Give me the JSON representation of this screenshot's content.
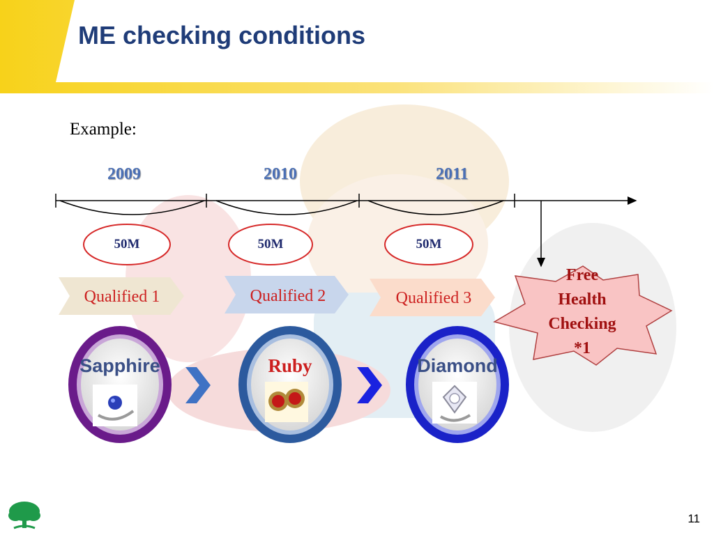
{
  "slide": {
    "title": "ME checking conditions",
    "example_label": "Example:",
    "page_number": "11"
  },
  "timeline": {
    "years": [
      "2009",
      "2010",
      "2011"
    ],
    "amounts": [
      "50M",
      "50M",
      "50M"
    ]
  },
  "qualified": [
    "Qualified 1",
    "Qualified 2",
    "Qualified 3"
  ],
  "reward": {
    "lines": [
      "Free",
      "Health",
      "Checking",
      "*1"
    ]
  },
  "tiers": [
    "Sapphire",
    "Ruby",
    "Diamond"
  ],
  "colors": {
    "title": "#1f3c78",
    "header_yellow": "#f7d21a",
    "year_text": "#4a6fb5",
    "amount_oval": "#d62828",
    "qualified_text": "#cc1f1f",
    "sapphire_ring": "#6a1b8a",
    "ruby_ring": "#2c5a9e",
    "diamond_ring": "#1a22c8",
    "star_fill": "#f9c4c4",
    "chevron": "#3f72c4"
  }
}
